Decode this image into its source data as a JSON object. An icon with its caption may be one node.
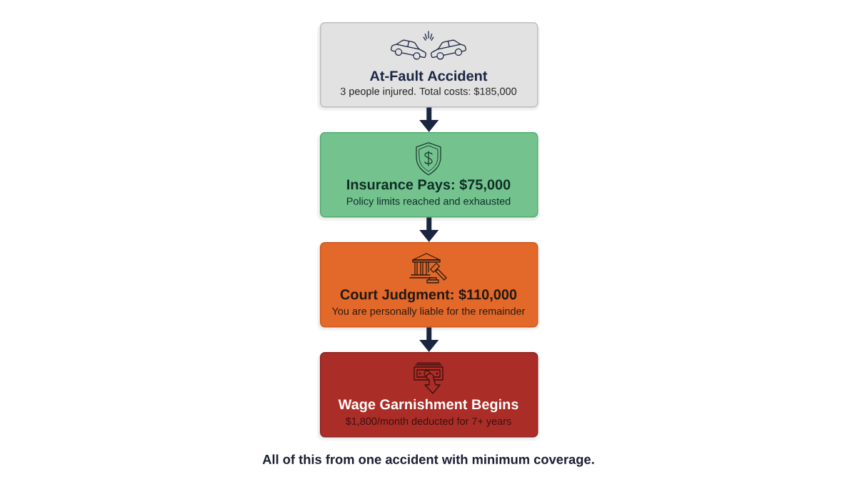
{
  "diagram": {
    "nodes": [
      {
        "text": [
          "At-Fault Accident",
          "3 people injured. Total costs: $185,000"
        ]
      },
      {
        "text": [
          "Insurance Pays: $75,000",
          "Policy limits reached and exhausted"
        ]
      },
      {
        "text": [
          "Court Judgment: $110,000",
          "You are personally liable for the remainder"
        ]
      },
      {
        "text": [
          "Wage Garnishment Begins",
          "$1,800/month deducted for 7+ years"
        ]
      }
    ],
    "edges": [
      {
        "from": 0,
        "to": 1,
        "arrow": "to"
      },
      {
        "from": 1,
        "to": 2,
        "arrow": "to"
      },
      {
        "from": 2,
        "to": 3,
        "arrow": "to"
      }
    ],
    "caption": "All of this from one accident with minimum coverage."
  }
}
